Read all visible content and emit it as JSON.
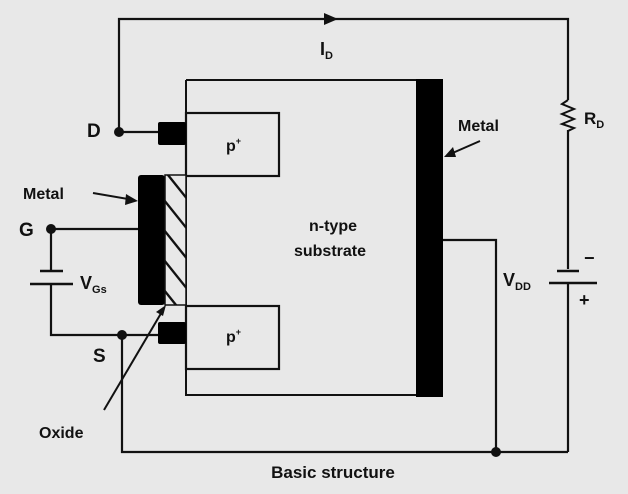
{
  "diagram": {
    "caption": "Basic structure",
    "substrate": {
      "line1": "n-type",
      "line2": "substrate"
    },
    "regions": {
      "drain_region": "p",
      "source_region": "p",
      "doping_sup": "+"
    },
    "terminals": {
      "drain": "D",
      "gate": "G",
      "source": "S"
    },
    "annotations": {
      "metal_left": "Metal",
      "metal_right": "Metal",
      "oxide": "Oxide"
    },
    "current": {
      "symbol": "I",
      "subscript": "D"
    },
    "resistor": {
      "symbol": "R",
      "subscript": "D"
    },
    "gate_source_voltage": {
      "symbol": "V",
      "subscript": "Gs"
    },
    "supply_voltage": {
      "symbol": "V",
      "subscript": "DD",
      "minus": "−",
      "plus": "+"
    },
    "colors": {
      "background": "#e8e8e8",
      "ink": "#111111"
    }
  }
}
